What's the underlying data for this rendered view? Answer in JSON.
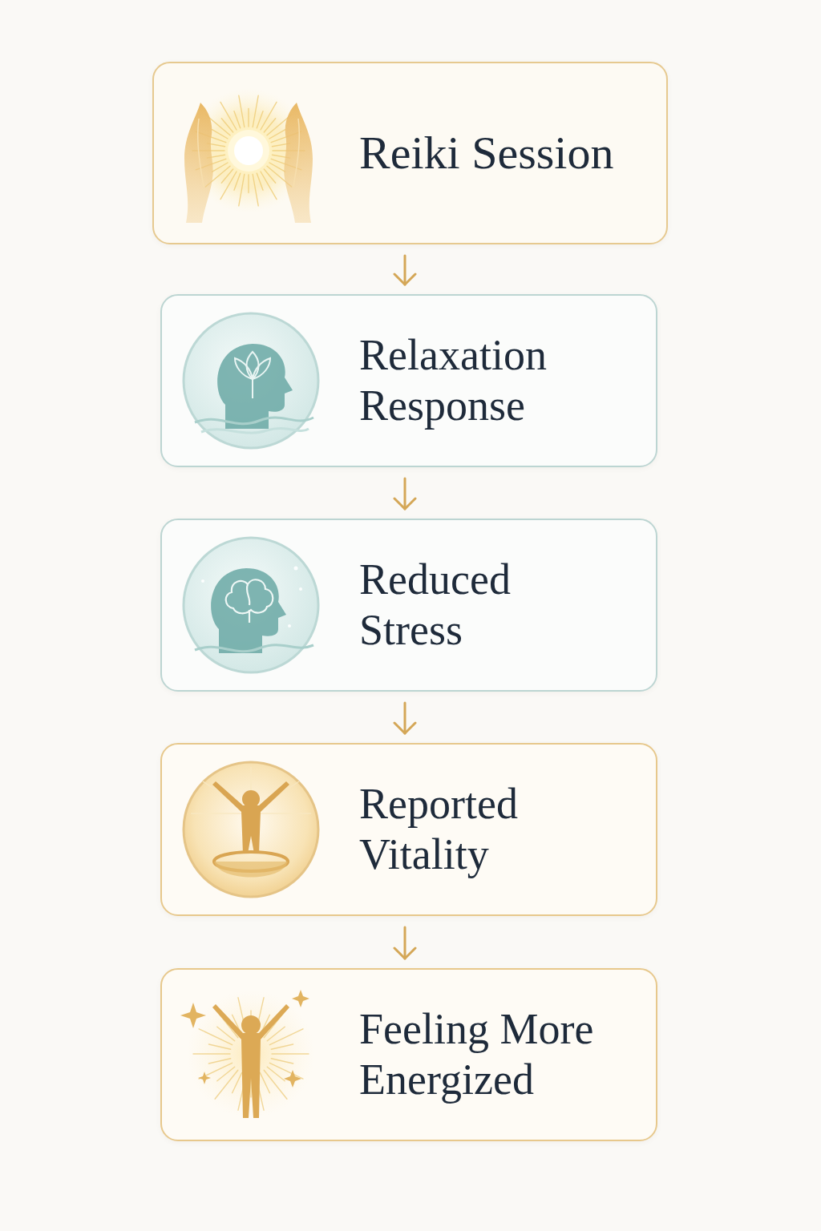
{
  "diagram": {
    "nodes": [
      {
        "text": [
          "Reiki Session"
        ]
      },
      {
        "text": [
          "Relaxation Response"
        ]
      },
      {
        "text": [
          "Reduced Stress"
        ]
      },
      {
        "text": [
          "Reported Vitality"
        ]
      },
      {
        "text": [
          "Feeling More Energized"
        ]
      }
    ],
    "edges": [
      {
        "from": 0,
        "to": 1,
        "arrow": "to"
      },
      {
        "from": 1,
        "to": 2,
        "arrow": "to"
      },
      {
        "from": 2,
        "to": 3,
        "arrow": "to"
      },
      {
        "from": 3,
        "to": 4,
        "arrow": "to"
      }
    ]
  }
}
